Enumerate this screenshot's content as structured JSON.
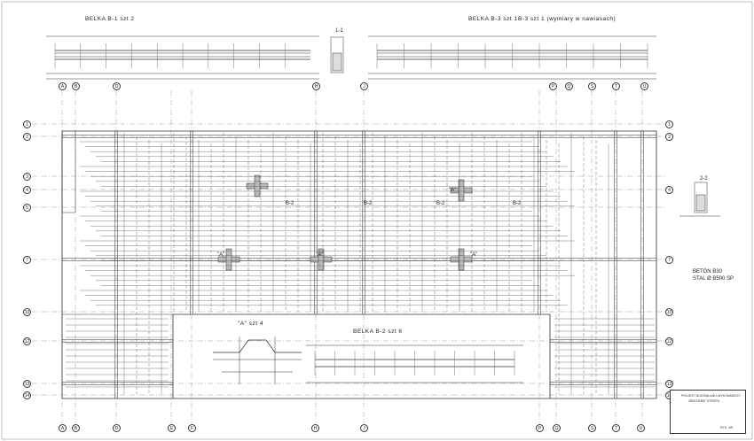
{
  "drawing": {
    "beam_titles": {
      "b1": "BELKA B-1 szt 2",
      "b3": "B-3 szt 1 (wymiary w nawiasach)",
      "b2": "BELKA B-2 szt 6",
      "b3_prefix": "BELKA B-3 szt 1",
      "a_detail": "\"A\" szt 4"
    },
    "section_labels": {
      "s11": "1-1",
      "s22": "2-2"
    },
    "material_notes": {
      "beton": "BETON B30",
      "stal": "STAL Ø B500 SP"
    },
    "grid_axes_letters": [
      "A",
      "B",
      "D",
      "E",
      "F",
      "H",
      "J",
      "P",
      "Q",
      "S",
      "T",
      "U"
    ],
    "grid_axes_numbers": [
      "1",
      "2",
      "3",
      "4",
      "5",
      "7",
      "10",
      "12",
      "13",
      "14"
    ],
    "slab_labels": [
      "B-2",
      "B-2",
      "B-2",
      "B-2"
    ],
    "section_marks": [
      "\"A\"",
      "\"A\"",
      "\"A\"",
      "\"A\""
    ],
    "title_block": {
      "line1": "PROJEKT BUDOWLANO-WYKONAWCZY",
      "line2": "ZBROJENIE STROPU",
      "line3": "RYS. NR"
    }
  }
}
